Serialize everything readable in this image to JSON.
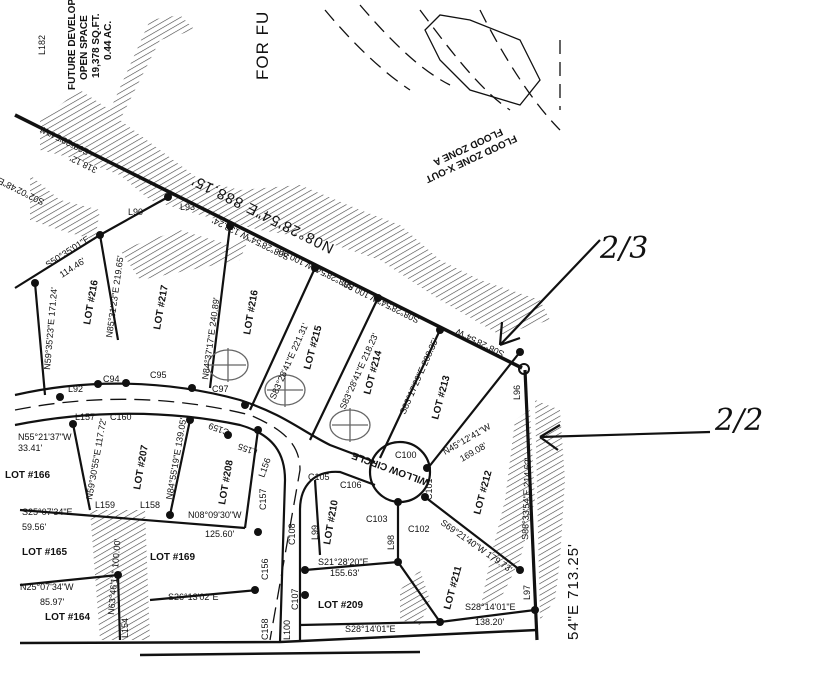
{
  "open_space": {
    "line1": "FUTURE DEVELOPMENT",
    "line2": "OPEN SPACE",
    "line3": "19,378 SQ.FT.",
    "line4": "0.44 AC.",
    "tag": "L182"
  },
  "future_label": "FOR FU",
  "flood_zone": {
    "line1": "FLOOD ZONE X-OUT",
    "line2": "FLOOD ZONE A"
  },
  "street_name": "WILLOW CIRCLE",
  "annotations": {
    "upper": "2/3",
    "lower": "2/2"
  },
  "boundary": {
    "north": "N08°28'54\"E 888.15'",
    "east_partial": "54\"E 713.25'"
  },
  "lots": [
    "LOT #216",
    "LOT #217",
    "LOT #216",
    "LOT #215",
    "LOT #214",
    "LOT #213",
    "LOT #212",
    "LOT #211",
    "LOT #210",
    "LOT #209",
    "LOT #208",
    "LOT #207",
    "LOT #166",
    "LOT #165",
    "LOT #169",
    "LOT #164"
  ],
  "bearings": [
    "S08°28'54\"W",
    "318.12'",
    "S08°28'54\"W 132.24'",
    "S08°28'54\"W 100.00'",
    "S08°28'54\"W 100.88'",
    "S08°28'54\"W",
    "S50°35'01\"E",
    "114.46'",
    "N85°31'23\"E 219.65'",
    "N84°37'17\"E 240.89'",
    "S83°28'41\"E 221.31'",
    "S83°28'41\"E 218.23'",
    "S83°17'29\"E 208.35'",
    "N45°12'41\"W",
    "169.08'",
    "S69°21'40\"W 179.73'",
    "S88°33'54\"E 214.52'",
    "S21°28'20\"E",
    "155.63'",
    "S28°14'01\"E",
    "138.20'",
    "S28°14'01\"E",
    "N08°09'30\"W",
    "125.60'",
    "N84°55'19\"E 139.05'",
    "N59°30'55\"E 117.72'",
    "N25°07'34\"W",
    "85.97'",
    "S25°07'34\"E",
    "59.56'",
    "N63°46'11\" 100.00'",
    "S26°13'02\"E",
    "N55°21'37\"W",
    "33.41'",
    "S02°02'48\"E",
    "N59°35'23\"E 171.24'"
  ],
  "curves": [
    "L90",
    "L92",
    "C94",
    "C95",
    "C97",
    "L93",
    "C100",
    "C101",
    "C102",
    "C103",
    "C105",
    "C106",
    "C107",
    "C108",
    "L98",
    "L99",
    "L96",
    "L97",
    "C156",
    "C157",
    "C158",
    "C159",
    "C160",
    "L155",
    "L156",
    "L157",
    "L158",
    "L159",
    "L154",
    "L100"
  ]
}
